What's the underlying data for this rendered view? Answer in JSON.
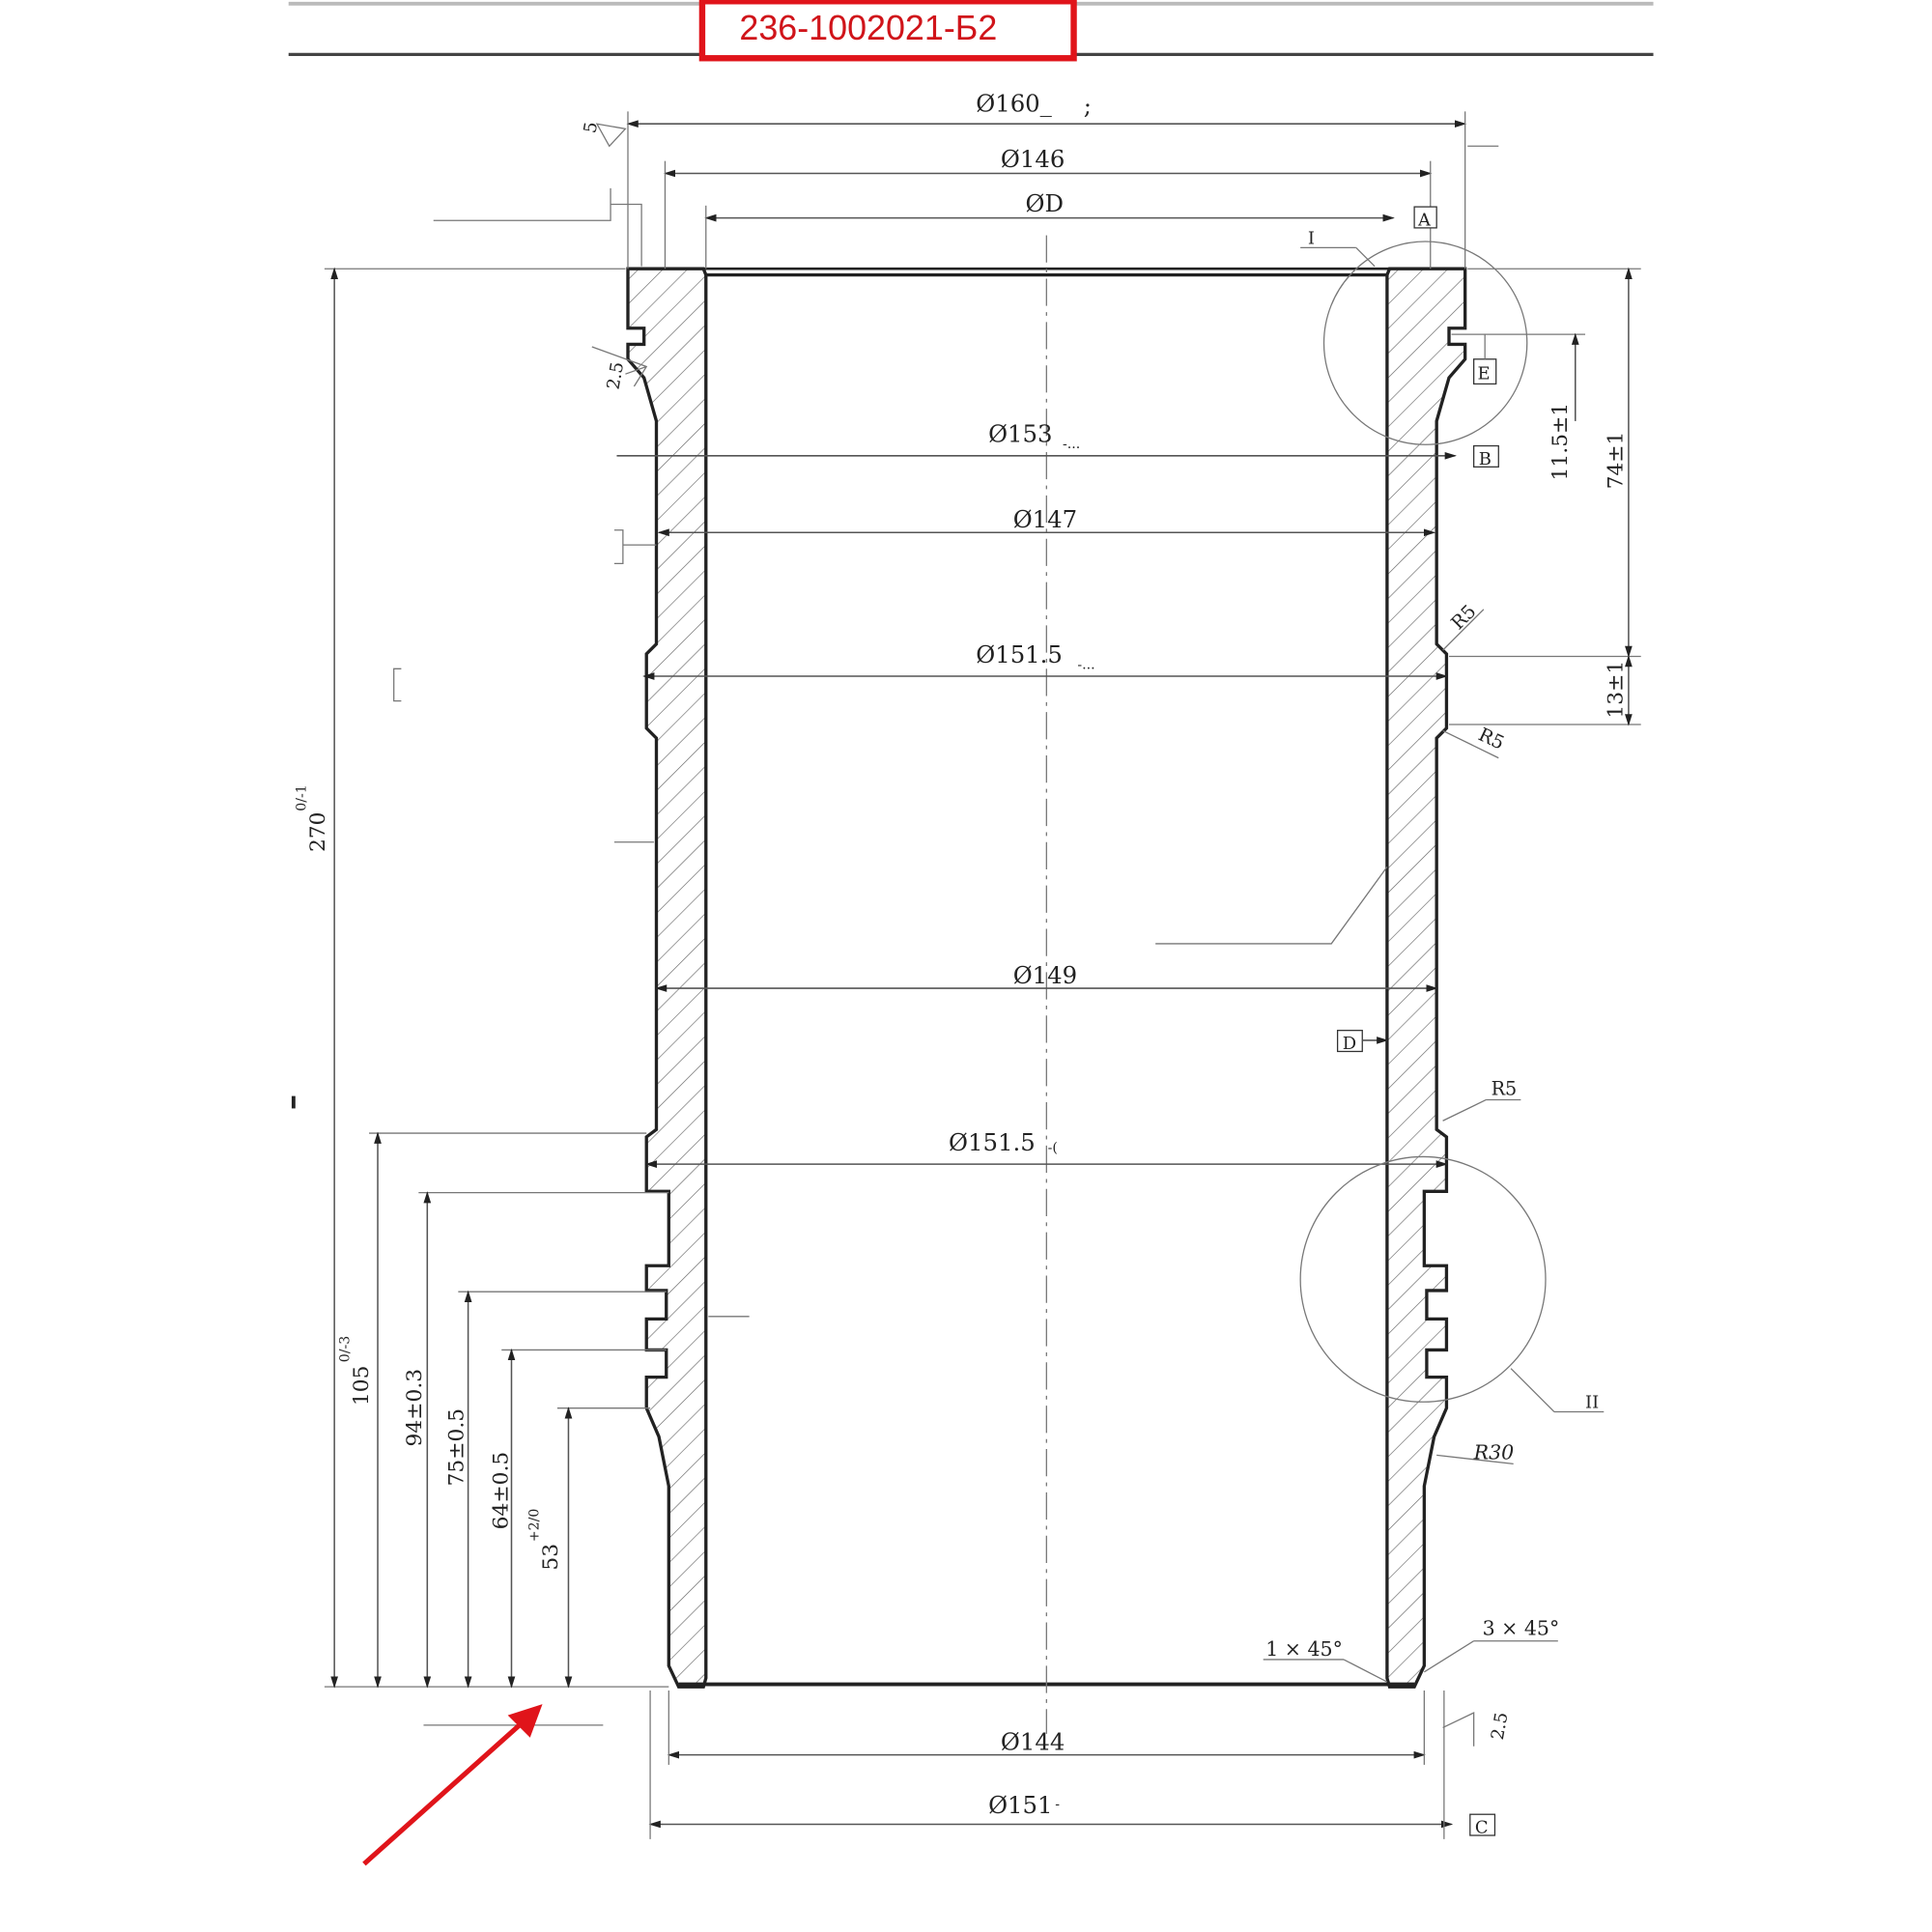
{
  "title_box": {
    "text": "236-1002021-Б2",
    "color": "#e0141a"
  },
  "diameters": {
    "d160": "Ø160_",
    "d160_mark": ";",
    "d146": "Ø146",
    "dD": "ØD",
    "d153": "Ø153",
    "d153_tol": "-...",
    "d147": "Ø147",
    "d151_5_top": "Ø151.5",
    "d151_5_top_tol": "-...",
    "d149": "Ø149",
    "d151_5_low": "Ø151.5",
    "d151_5_low_tol": "-(",
    "d144": "Ø144",
    "d151": "Ø151",
    "d151_tol": "-"
  },
  "datums": {
    "A": "A",
    "B": "B",
    "C": "C",
    "D": "D",
    "E": "E"
  },
  "details": {
    "I": "I",
    "II": "II"
  },
  "radii": {
    "r5_a": "R5",
    "r5_b": "R5",
    "r5_c": "R5",
    "r30": "R30"
  },
  "chamfers": {
    "inner": "1 × 45°",
    "outer": "3 × 45°"
  },
  "roughness": {
    "top": "5",
    "left": "2.5",
    "bottom": "2.5"
  },
  "vertical_dims": {
    "d11_5": "11.5±1",
    "d74": "74±1",
    "d13": "13±1",
    "d270": "270",
    "d270_tol": "0/-1",
    "d105": "105",
    "d105_tol": "0/-3",
    "d94": "94±0.3",
    "d75": "75±0.5",
    "d64": "64±0.5",
    "d53": "53",
    "d53_tol": "+2/0"
  },
  "annotation_arrow_color": "#e0141a"
}
